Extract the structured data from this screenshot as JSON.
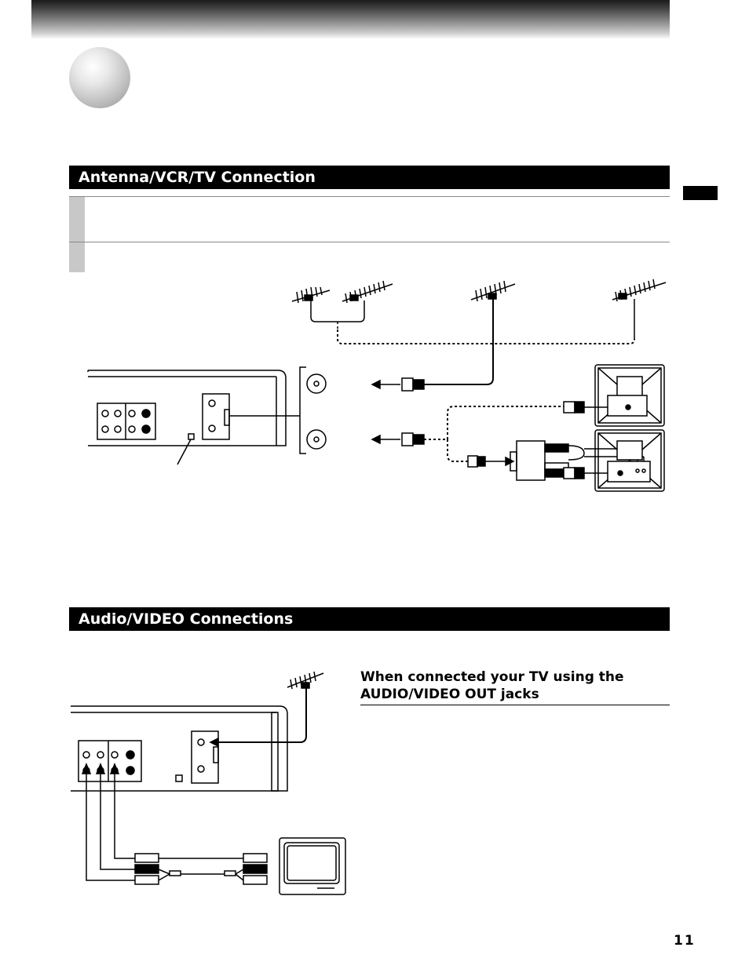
{
  "section1": {
    "title": "Antenna/VCR/TV Connection"
  },
  "section2": {
    "title": "Audio/VIDEO Connections"
  },
  "subheading": {
    "line1": "When connected your TV using the",
    "line2": "AUDIO/VIDEO OUT jacks"
  },
  "page": {
    "number": "11"
  },
  "icons": [
    "section-sphere-icon",
    "antenna-icon",
    "vcr-back-panel-icon",
    "tv-icon",
    "splitter-icon",
    "coax-plug-icon",
    "rca-plug-icon"
  ]
}
